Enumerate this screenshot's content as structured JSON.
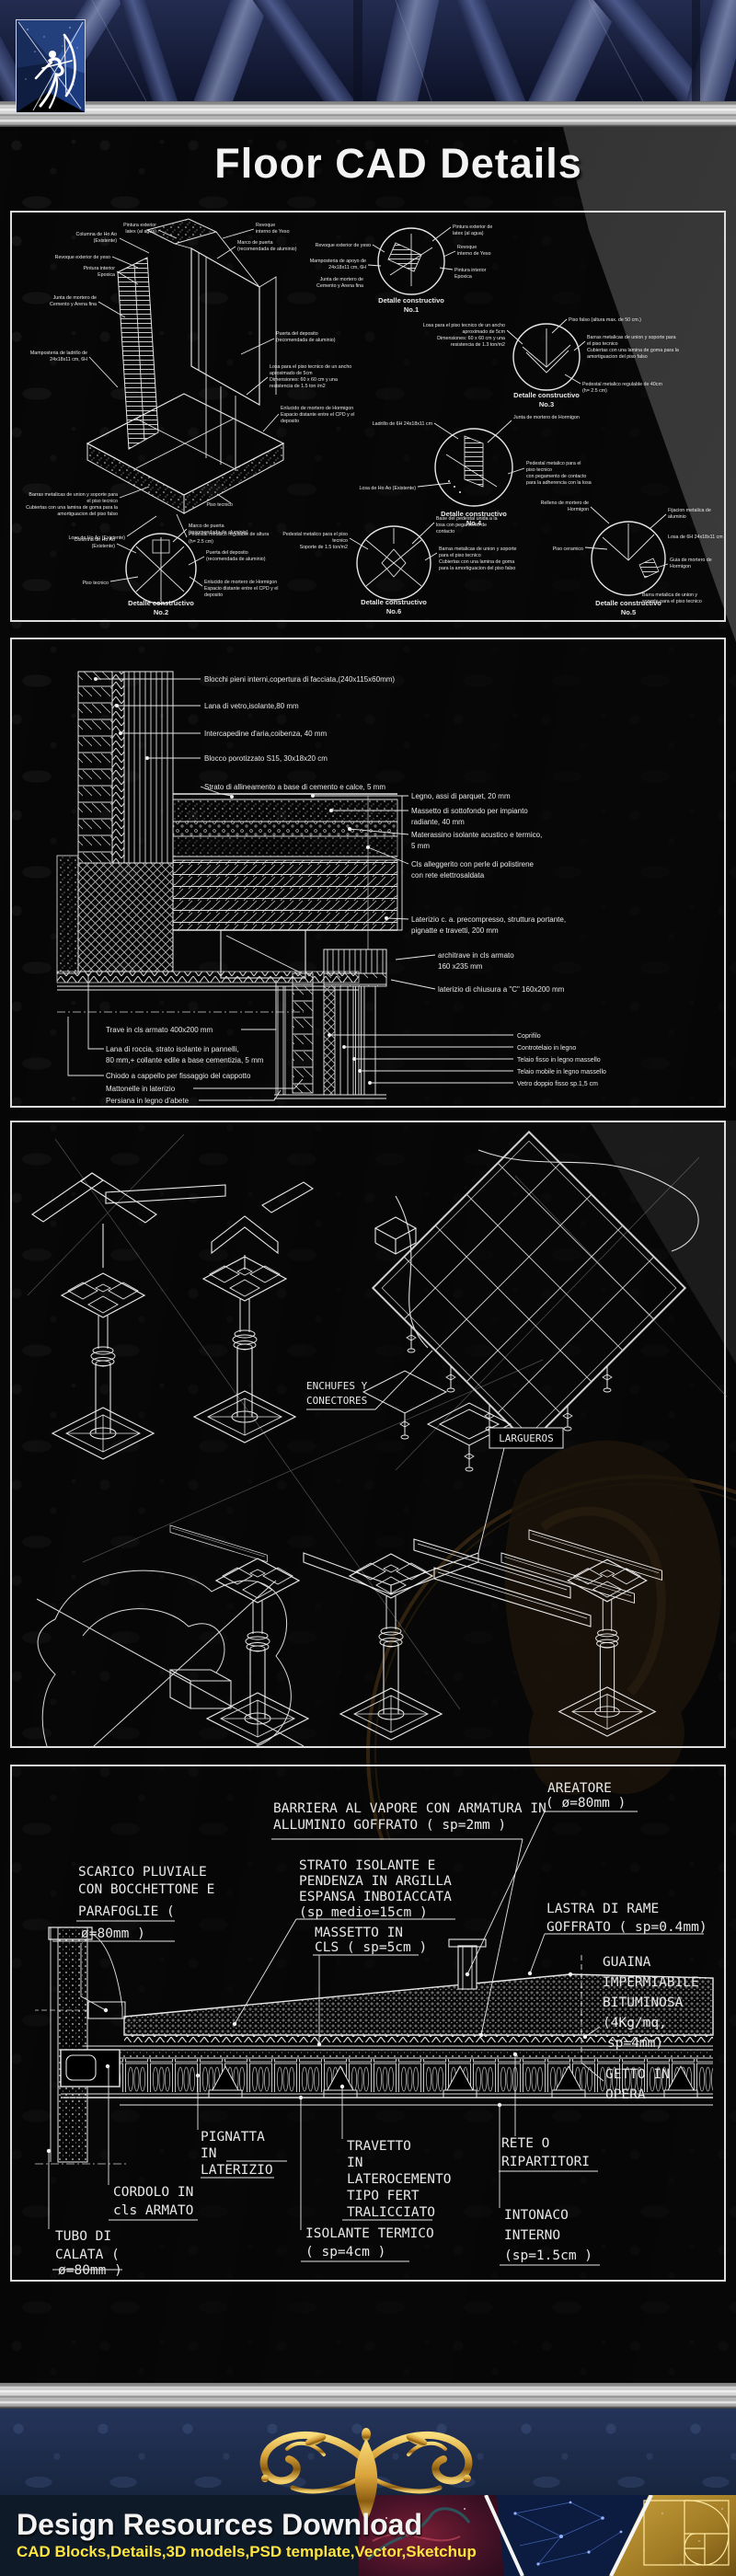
{
  "title": "Floor CAD Details",
  "colors": {
    "accent_gold": "#d9a33a",
    "subtitle_yellow": "#ffe53e",
    "cad_line": "#e8e8e8",
    "navy": "#1b2a4a",
    "steel_blue": "#5a6a9f"
  },
  "panel1": {
    "left": [
      "Pintura exterior",
      "latex (al agua)",
      "Columna de Ho Ao",
      "(Existente)",
      "Revoque exterior de yeso",
      "Pintura interior",
      "Epoxica",
      "Junta de mortero de",
      "Cemento y Arena fina",
      "Mamposteria de ladrillo de",
      "24x18x11 cm, 6H"
    ],
    "right": [
      "Revoque",
      "interno de Yeso",
      "Marco de puerta",
      "(recomendada de aluminio)",
      "Puerta del deposito",
      "(recomendada de aluminio)",
      "Losa para el piso tecnico de un ancho",
      "aproximado de 5cm",
      "Dimensiones: 60 x 60 cm y una",
      "resistencia de 1.5 ton /m2",
      "Enlucido de mortero de Hormigon",
      "Espacio distante entre el CPD y el",
      "deposito",
      "Piso tecnico",
      "Pedestal metalico regulable de altura",
      "(h= 2.5 cm)"
    ],
    "bottom": [
      "Barras metalicas de union y soporte para",
      "el piso tecnico",
      "Cubiertas con una lamina de goma para la",
      "amortiguacion del piso falso",
      "Losa de Ho Ao (Existente)"
    ],
    "d1": {
      "cap": [
        "Detalle constructivo",
        "No.1"
      ],
      "l": [
        "Revoque exterior de yeso",
        "Mamposteria de apoyo de",
        "24x18x11 cm, 6H",
        "Junta de mortero de",
        "Cemento y Arena fina"
      ],
      "r": [
        "Pintura exterior de",
        "latex (al agua)",
        "Revoque",
        "interno de Yeso",
        "Pintura interior",
        "Epoxica"
      ]
    },
    "d2": {
      "cap": [
        "Detalle constructivo",
        "No.2"
      ],
      "lab": [
        "Marco de puerta",
        "(recomendada de aluminio)",
        "Columna de Ho Ao",
        "(Existente)",
        "Puerta del deposito",
        "(recomendada de aluminio)",
        "Piso tecnico",
        "Enlucido de mortero de Hormigon",
        "Espacio distante entre el CPD y el",
        "deposito"
      ]
    },
    "d3": {
      "cap": [
        "Detalle constructivo",
        "No.3"
      ],
      "l": [
        "Losa para el piso tecnico de un ancho",
        "aproximado de 5cm",
        "Dimensiones: 60 x 60 cm y una",
        "resistencia de 1.3 ton/m2"
      ],
      "top": "Piso falso (altura max. de 50 cm.)",
      "r": [
        "Barras metalicas de union y soporte para",
        "el piso tecnico",
        "Cubiertas con una lamina de goma para la",
        "amortiguacion del piso falso"
      ],
      "b": [
        "Pedestal metalico regulable de 40cm",
        "(h= 2.5 cm)"
      ]
    },
    "d4": {
      "cap": [
        "Detalle constructivo",
        "No.4"
      ],
      "lab": [
        "Ladrillo de 6H 24x18x11 cm",
        "Junta de mortero de Hormigon",
        "Losa de Ho Ao (Existente)",
        "Pedestal metalico para el",
        "piso tecnico",
        "con pegamento de contacto",
        "para la adherencia con la losa"
      ]
    },
    "d5": {
      "cap": [
        "Detalle constructivo",
        "No.5"
      ],
      "lab": [
        "Relleno de mortero de",
        "Hormigon",
        "Fijacion metalica de",
        "aluminio",
        "Losa de 6H 24x18x11 cm",
        "Piso ceramico",
        "Guia de mortero de",
        "Hormigon",
        "Barra metalica de union y",
        "soporte para el piso tecnico"
      ]
    },
    "d6": {
      "cap": [
        "Detalle constructivo",
        "No.6"
      ],
      "lab": [
        "Pedestal metalico para el piso",
        "tecnico",
        "Soporte de 1.5 ton/m2",
        "Base del pedestal unida a la",
        "losa con pegamento de",
        "contacto",
        "Barras metalicas de union y soporte",
        "para el piso tecnico",
        "Cubiertas con una lamina de goma",
        "para la amortiguacion del piso falso"
      ]
    }
  },
  "panel2": {
    "top": [
      "Blocchi pieni interni,copertura di facciata,(240x115x60mm)",
      "Lana di vetro,isolante,80 mm",
      "Intercapedine d'aria,coibenza, 40 mm",
      "Blocco porotizzato S15, 30x18x20 cm",
      "Strato di allineamento a base di cemento e calce, 5 mm"
    ],
    "right": [
      "Legno, assi di parquet, 20 mm",
      "Massetto di sottofondo per impianto",
      "radiante, 40 mm",
      "Materassino isolante acustico e termico,",
      "5 mm",
      "Cls alleggerito con perle di polistirene",
      "con rete elettrosaldata",
      "Laterizio c. a. precompresso, struttura portante,",
      "pignatte e travetti, 200 mm"
    ],
    "mid": [
      "architrave in cls armato",
      "160 x235 mm",
      "laterizio di chiusura a \"C\" 160x200 mm"
    ],
    "window": [
      "Coprifilo",
      "Controtelaio in legno",
      "Telaio fisso in legno massello",
      "Telaio mobile in legno massello",
      "Vetro doppio fisso sp.1,5 cm"
    ],
    "bottom": [
      "Trave in cls armato 400x200 mm",
      "Lana di roccia, strato isolante in pannelli,",
      "80 mm,+ collante edile a base cementizia, 5 mm",
      "Chiodo a cappello per fissaggio del cappotto",
      "Mattonelle in laterizio",
      "Persiana in legno d'abete"
    ]
  },
  "panel3": {
    "enchufes": [
      "ENCHUFES Y",
      "CONECTORES"
    ],
    "largueros": "LARGUEROS"
  },
  "panel4": {
    "areatore": [
      "AREATORE",
      "( ø=80mm )"
    ],
    "barriera": [
      "BARRIERA AL VAPORE CON ARMATURA IN",
      "ALLUMINIO GOFFRATO ( sp=2mm )"
    ],
    "strato": [
      "STRATO ISOLANTE E",
      "PENDENZA IN ARGILLA",
      "ESPANSA INBOIACCATA",
      "(sp medio=15cm )"
    ],
    "scarico": [
      "SCARICO PLUVIALE",
      "CON BOCCHETTONE E",
      "PARAFOGLIE (",
      "ø=80mm )"
    ],
    "massetto": [
      "MASSETTO IN",
      "CLS ( sp=5cm )"
    ],
    "lastra": [
      "LASTRA DI RAME",
      "GOFFRATO ( sp=0.4mm)"
    ],
    "guaina": [
      "GUAINA",
      "IMPERMIABILE",
      "BITUMINOSA",
      "(4Kg/mq,",
      "sp=4mm)"
    ],
    "getto": [
      "GETTO IN",
      "OPERA"
    ],
    "pignatta": [
      "PIGNATTA",
      "IN",
      "LATERIZIO"
    ],
    "cordolo": [
      "CORDOLO IN",
      "cls ARMATO"
    ],
    "tubo": [
      "TUBO DI",
      "CALATA (",
      "ø=80mm )"
    ],
    "travetto": [
      "TRAVETTO",
      "IN",
      "LATEROCEMENTO",
      "TIPO FERT",
      "TRALICCIATO"
    ],
    "isolante": [
      "ISOLANTE TERMICO",
      "( sp=4cm )"
    ],
    "rete": [
      "RETE O",
      "RIPARTITORI"
    ],
    "intonaco": [
      "INTONACO",
      "INTERNO",
      "(sp=1.5cm )"
    ]
  },
  "footer": {
    "title": "Design Resources Download",
    "subtitle": "CAD Blocks,Details,3D models,PSD template,Vector,Sketchup"
  }
}
